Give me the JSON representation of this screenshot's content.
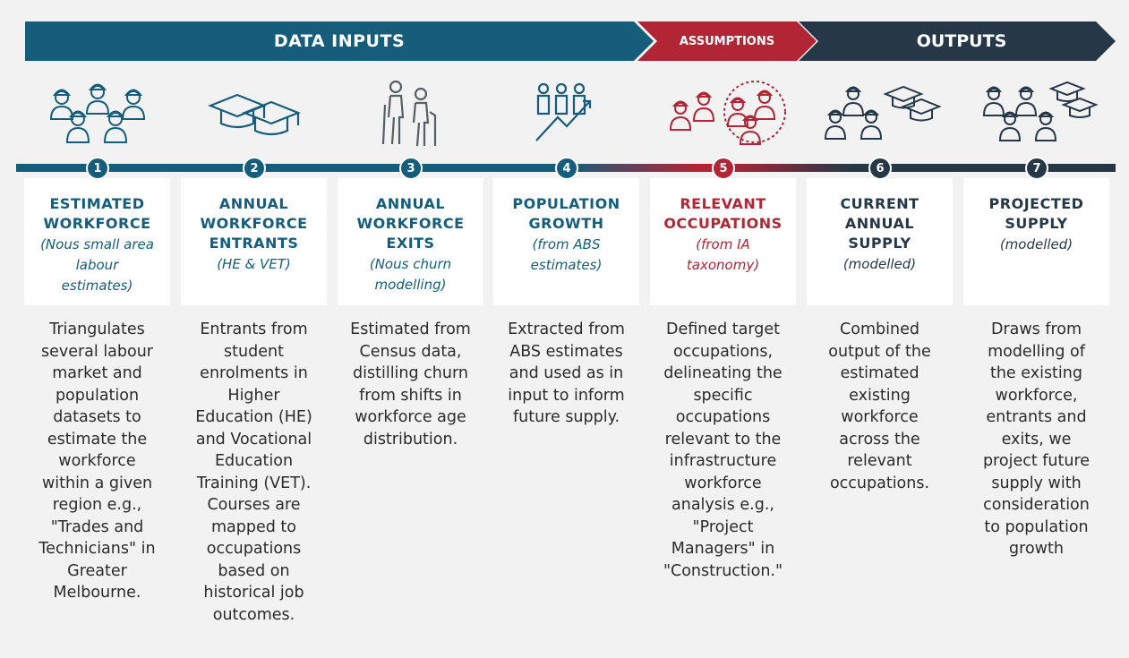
{
  "banners": {
    "data_inputs": "DATA INPUTS",
    "assumptions": "ASSUMPTIONS",
    "outputs": "OUTPUTS"
  },
  "colors": {
    "teal": "#155d7a",
    "red": "#b22535",
    "navy": "#263847",
    "gray": "#555f66"
  },
  "steps": [
    {
      "number": "1",
      "icon": "workers-group-icon",
      "title": "ESTIMATED\nWORKFORCE",
      "subtitle": "(Nous small area\nlabour\nestimates)",
      "description": "Triangulates\nseveral labour\nmarket and\npopulation\ndatasets to\nestimate the\nworkforce\nwithin a given\nregion e.g.,\n\"Trades and\nTechnicians\" in\nGreater\nMelbourne."
    },
    {
      "number": "2",
      "icon": "graduation-caps-icon",
      "title": "ANNUAL\nWORKFORCE\nENTRANTS",
      "subtitle": "(HE & VET)",
      "description": "Entrants from\nstudent\nenrolments in\nHigher\nEducation (HE)\nand Vocational\nEducation\nTraining (VET).\nCourses are\nmapped to\noccupations\nbased on\nhistorical job\noutcomes."
    },
    {
      "number": "3",
      "icon": "elderly-people-icon",
      "title": "ANNUAL\nWORKFORCE\nEXITS",
      "subtitle": "(Nous churn\nmodelling)",
      "description": "Estimated from\nCensus data,\ndistilling churn\nfrom shifts in\nworkforce age\ndistribution."
    },
    {
      "number": "4",
      "icon": "population-growth-icon",
      "title": "POPULATION\nGROWTH",
      "subtitle": "(from ABS\nestimates)",
      "description": "Extracted from\nABS estimates\nand used as in\ninput to inform\nfuture supply."
    },
    {
      "number": "5",
      "icon": "selected-workers-icon",
      "title": "RELEVANT\nOCCUPATIONS",
      "subtitle": "(from IA\ntaxonomy)",
      "description": "Defined target\noccupations,\ndelineating the\nspecific\noccupations\nrelevant to the\ninfrastructure\nworkforce\nanalysis e.g.,\n\"Project\nManagers\" in\n\"Construction.\""
    },
    {
      "number": "6",
      "icon": "workers-and-graduates-icon",
      "title": "CURRENT\nANNUAL\nSUPPLY",
      "subtitle": "(modelled)",
      "description": "Combined\noutput of  the\nestimated\nexisting\nworkforce\nacross the\nrelevant\noccupations."
    },
    {
      "number": "7",
      "icon": "projected-workers-icon",
      "title": "PROJECTED\nSUPPLY",
      "subtitle": "(modelled)",
      "description": "Draws from\nmodelling of\nthe existing\nworkforce,\nentrants and\nexits, we\nproject future\nsupply with\nconsideration\nto population\ngrowth"
    }
  ]
}
